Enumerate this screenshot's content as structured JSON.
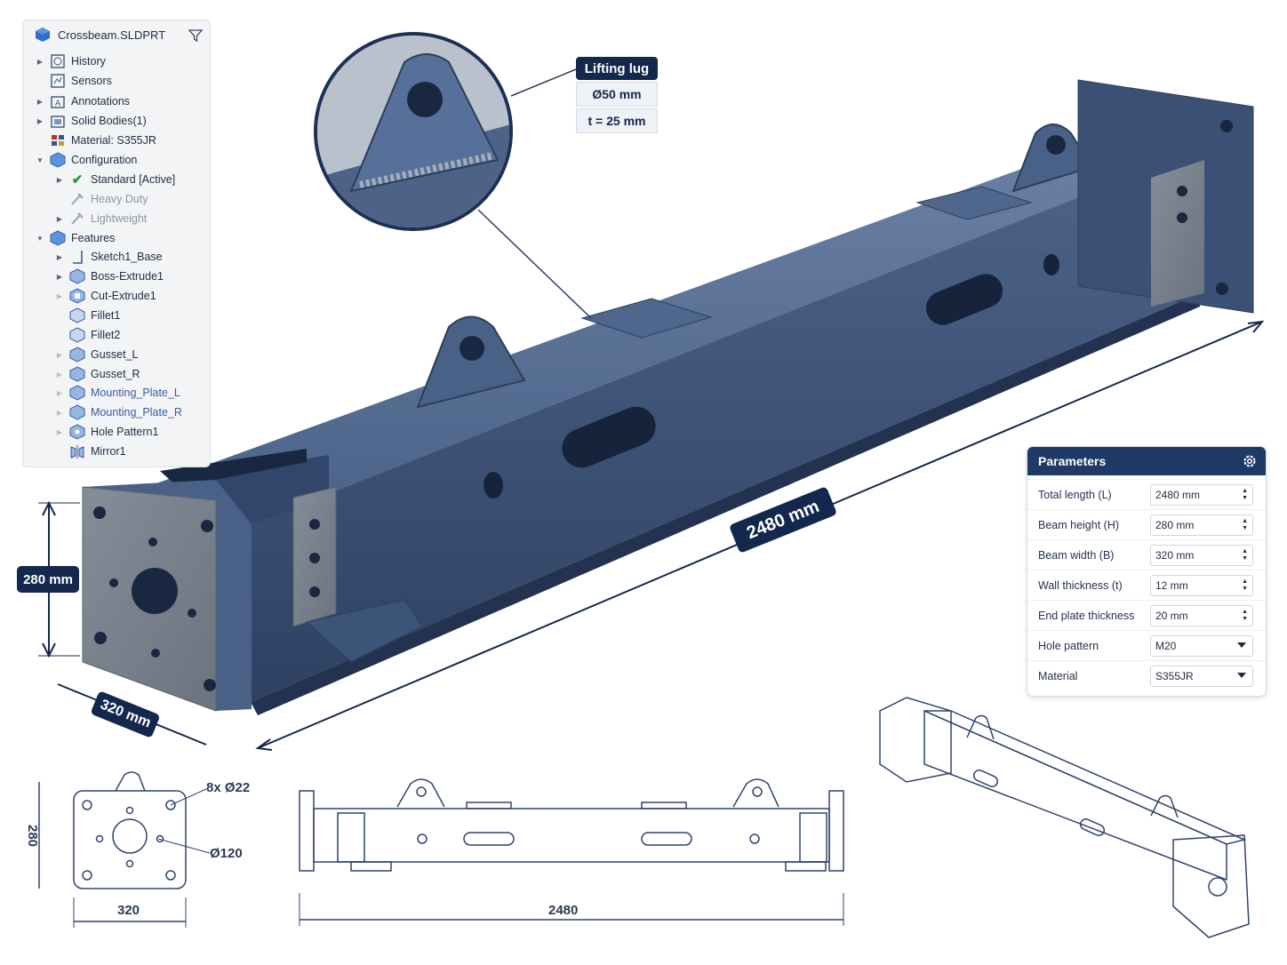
{
  "tree": {
    "file_name": "Crossbeam.SLDPRT",
    "items": [
      {
        "label": "History",
        "icon": "history-icon"
      },
      {
        "label": "Sensors",
        "icon": "sensors-icon"
      },
      {
        "label": "Annotations",
        "icon": "annotations-icon"
      },
      {
        "label": "Solid Bodies(1)",
        "icon": "solid-bodies-icon"
      },
      {
        "label": "Material: S355JR",
        "icon": "material-icon"
      },
      {
        "label": "Configuration",
        "icon": "configuration-icon"
      },
      {
        "label": "Standard [Active]",
        "icon": "check-icon"
      },
      {
        "label": "Heavy Duty",
        "icon": "config-icon"
      },
      {
        "label": "Lightweight",
        "icon": "config-icon"
      },
      {
        "label": "Features",
        "icon": "features-icon"
      },
      {
        "label": "Sketch1_Base",
        "icon": "sketch-icon"
      },
      {
        "label": "Boss-Extrude1",
        "icon": "extrude-icon"
      },
      {
        "label": "Cut-Extrude1",
        "icon": "cut-icon"
      },
      {
        "label": "Fillet1",
        "icon": "fillet-icon"
      },
      {
        "label": "Fillet2",
        "icon": "fillet-icon"
      },
      {
        "label": "Gusset_L",
        "icon": "gusset-icon"
      },
      {
        "label": "Gusset_R",
        "icon": "gusset-icon"
      },
      {
        "label": "Mounting_Plate_L",
        "icon": "plate-icon"
      },
      {
        "label": "Mounting_Plate_R",
        "icon": "plate-icon"
      },
      {
        "label": "Hole Pattern1",
        "icon": "hole-icon"
      },
      {
        "label": "Mirror1",
        "icon": "mirror-icon"
      }
    ]
  },
  "callouts": {
    "lug_title": "Lifting lug",
    "lug_diameter": "Ø50 mm",
    "lug_thickness": "t = 25 mm",
    "length": "2480 mm",
    "height": "280 mm",
    "width": "320 mm"
  },
  "parameters": {
    "title": "Parameters",
    "rows": [
      {
        "label": "Total length (L)",
        "value": "2480 mm",
        "control": "spinner"
      },
      {
        "label": "Beam height (H)",
        "value": "280 mm",
        "control": "spinner"
      },
      {
        "label": "Beam width (B)",
        "value": "320 mm",
        "control": "spinner"
      },
      {
        "label": "Wall thickness (t)",
        "value": "12 mm",
        "control": "spinner"
      },
      {
        "label": "End plate thickness",
        "value": "20 mm",
        "control": "spinner"
      },
      {
        "label": "Hole pattern",
        "value": "M20",
        "control": "dropdown"
      },
      {
        "label": "Material",
        "value": "S355JR",
        "control": "dropdown"
      }
    ]
  },
  "drawing": {
    "end_height": "280",
    "end_width": "320",
    "hole_note": "8x Ø22",
    "bore": "Ø120",
    "side_length": "2480"
  },
  "colors": {
    "steel": "#3f5679",
    "steel_dark": "#2c3e5c",
    "steel_light": "#5d7398",
    "plate": "#9ba3ad",
    "accent": "#14284d",
    "sketch": "#2f4470"
  }
}
